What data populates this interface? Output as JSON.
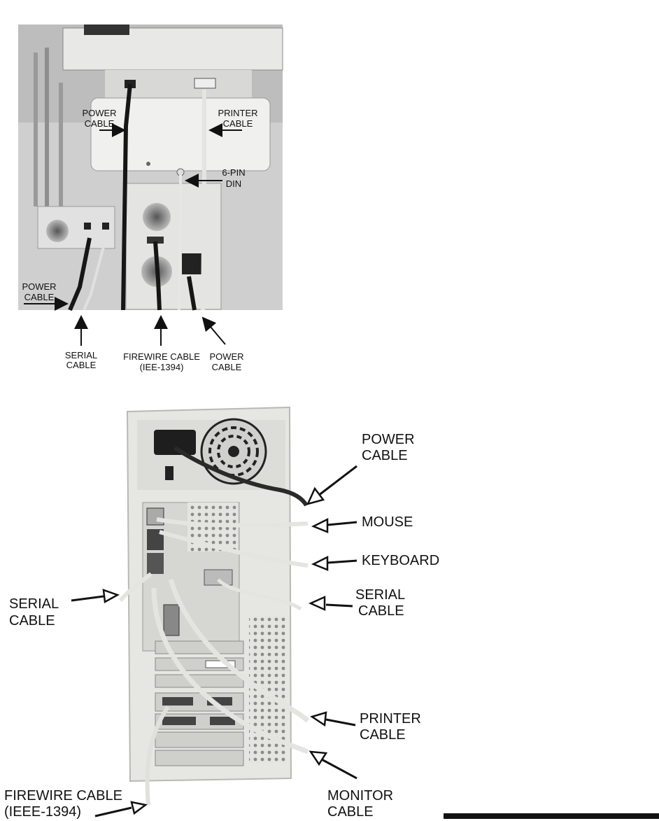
{
  "top_figure": {
    "labels": {
      "power_cable_left_upper": [
        "POWER",
        "CABLE"
      ],
      "printer_cable": [
        "PRINTER",
        "CABLE"
      ],
      "six_pin_din": [
        "6-PIN",
        "DIN"
      ],
      "power_cable_lower_left": [
        "POWER",
        "CABLE"
      ],
      "serial_cable": [
        "SERIAL",
        "CABLE"
      ],
      "firewire_cable": [
        "FIREWIRE CABLE",
        "(IEE-1394)"
      ],
      "power_cable_bottom": [
        "POWER",
        "CABLE"
      ]
    }
  },
  "bottom_figure": {
    "labels": {
      "power_cable": [
        "POWER",
        "CABLE"
      ],
      "mouse": [
        "MOUSE"
      ],
      "keyboard": [
        "KEYBOARD"
      ],
      "serial_cable_right": [
        "SERIAL",
        "CABLE"
      ],
      "serial_cable_left": [
        "SERIAL",
        "CABLE"
      ],
      "printer_cable": [
        "PRINTER",
        "CABLE"
      ],
      "monitor_cable": [
        "MONITOR",
        "CABLE"
      ],
      "firewire_cable": [
        "FIREWIRE CABLE",
        "(IEEE-1394)"
      ]
    }
  },
  "colors": {
    "photo_bg": "#c8c8c8",
    "tower": "#dcdcd8",
    "cable_dark": "#1a1a1a",
    "cable_light": "#d8d8d4",
    "arrow": "#111111"
  }
}
